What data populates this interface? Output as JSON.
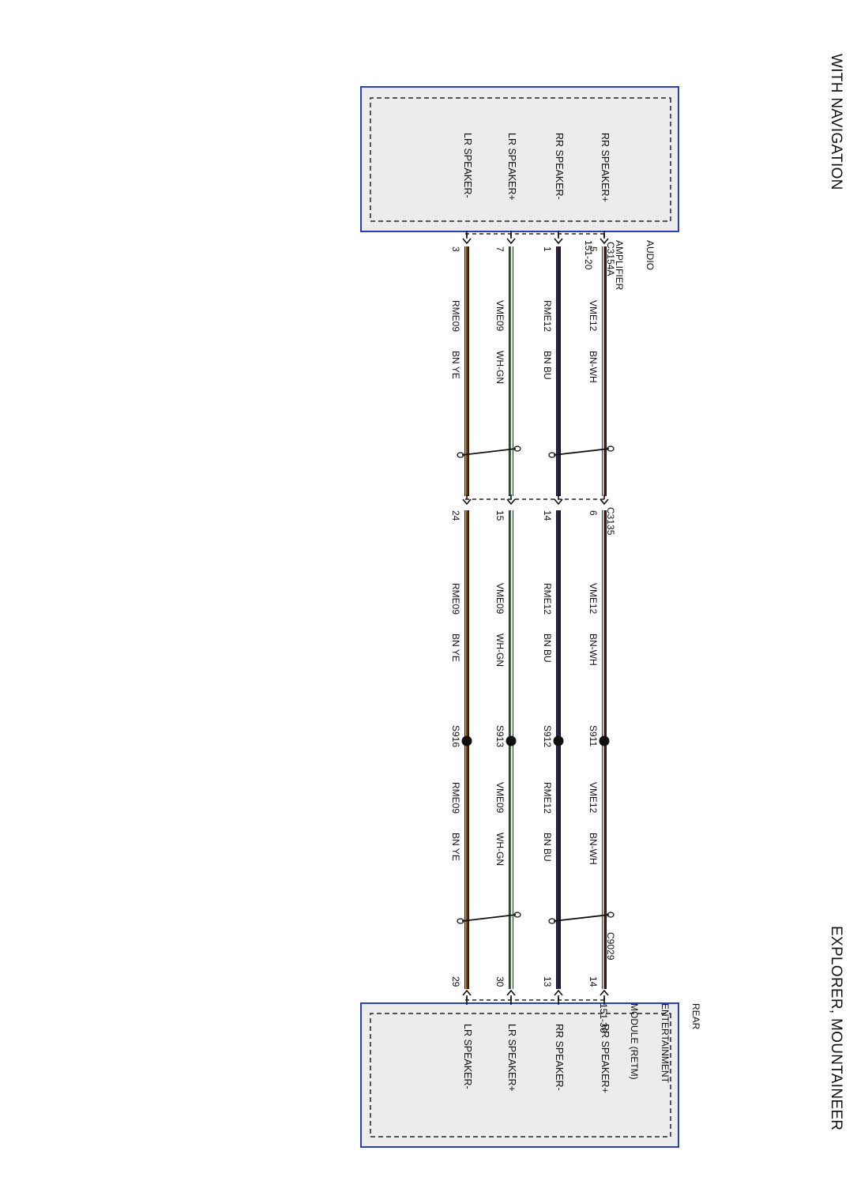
{
  "header": {
    "left_title": "WITH NAVIGATION",
    "right_title": "EXPLORER, MOUNTAINEER"
  },
  "components": {
    "amplifier": {
      "name_lines": [
        "AUDIO",
        "AMPLIFIER",
        "151-20"
      ],
      "connector": "C3154A",
      "pins": [
        {
          "name": "RR SPEAKER+",
          "pin": "5"
        },
        {
          "name": "RR SPEAKER-",
          "pin": "1"
        },
        {
          "name": "LR SPEAKER+",
          "pin": "7"
        },
        {
          "name": "LR SPEAKER-",
          "pin": "3"
        }
      ]
    },
    "inline_connector": {
      "name": "C3135",
      "pins": [
        "6",
        "14",
        "15",
        "24"
      ]
    },
    "splices": [
      "S911",
      "S912",
      "S913",
      "S916"
    ],
    "retm": {
      "name_lines": [
        "REAR",
        "ENTERTAINMENT",
        "MODULE (RETM)",
        "151-36"
      ],
      "connector": "C9029",
      "pins": [
        {
          "name": "RR SPEAKER+",
          "pin": "14"
        },
        {
          "name": "RR SPEAKER-",
          "pin": "13"
        },
        {
          "name": "LR SPEAKER+",
          "pin": "30"
        },
        {
          "name": "LR SPEAKER-",
          "pin": "29"
        }
      ]
    }
  },
  "circuits": [
    {
      "circuit": "VME12",
      "color_code": "BN-WH",
      "colors": [
        "#4a1c14",
        "#ffffff"
      ]
    },
    {
      "circuit": "RME12",
      "color_code": "BN BU",
      "colors": [
        "#3a1a14",
        "#2a22a8"
      ]
    },
    {
      "circuit": "VME09",
      "color_code": "WH-GN",
      "colors": [
        "#ffffff",
        "#2e8b3a"
      ]
    },
    {
      "circuit": "RME09",
      "color_code": "BN YE",
      "colors": [
        "#5a2a14",
        "#e8a020"
      ]
    }
  ],
  "style": {
    "box_border": "#2a3fbf",
    "box_fill": "#ececec"
  }
}
